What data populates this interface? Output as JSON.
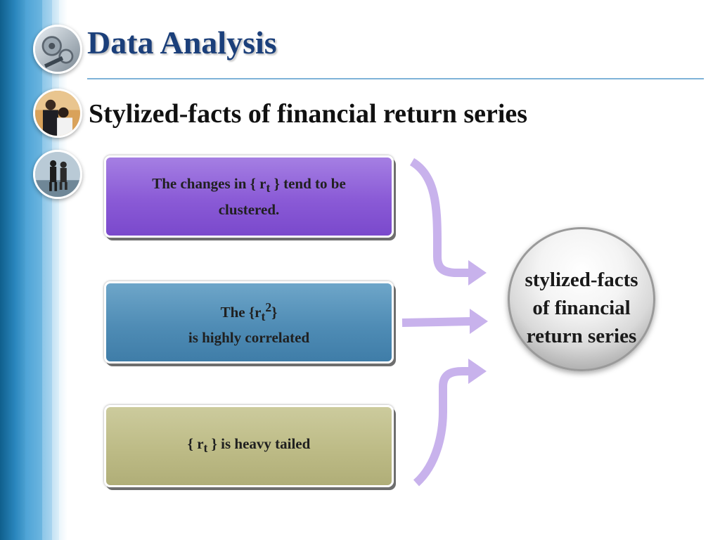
{
  "slide": {
    "title": "Data Analysis",
    "subtitle": "Stylized-facts of financial return series"
  },
  "boxes": [
    {
      "parts": [
        "The changes in { r",
        "t",
        " } tend to be clustered."
      ]
    },
    {
      "line1_parts": [
        "The {r",
        "t",
        "2",
        "}"
      ],
      "line2": "is highly correlated"
    },
    {
      "parts": [
        "{ r",
        "t",
        " } is heavy tailed"
      ]
    }
  ],
  "result": {
    "lines": [
      "stylized-facts",
      "of financial",
      "return series"
    ]
  },
  "colors": {
    "title": "#1b3f7a",
    "box1": "#8a5ad6",
    "box2": "#4f8cb5",
    "box3": "#bdbb86",
    "arrow": "#c8b2ec",
    "rule": "#7fb3d8"
  },
  "icons": {
    "photo1": "gears-photo-icon",
    "photo2": "business-people-photo-icon",
    "photo3": "walking-people-photo-icon"
  }
}
